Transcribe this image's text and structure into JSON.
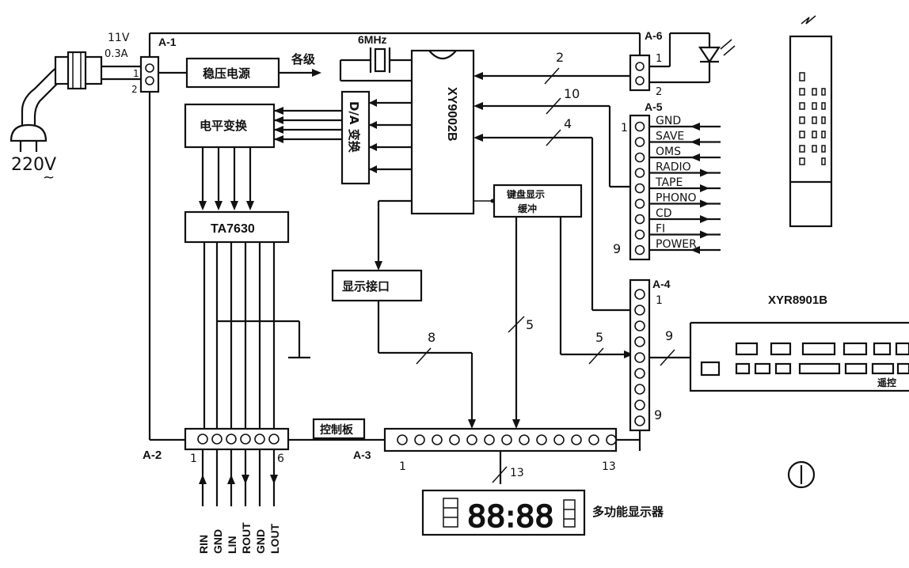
{
  "supply": {
    "mains": "220V",
    "mains_symbol": "~",
    "transformer_volt": "11V",
    "transformer_current": "0.3A",
    "pin1": "1",
    "pin2": "2"
  },
  "connectors": {
    "a1": "A-1",
    "a2": "A-2",
    "a3": "A-3",
    "a4": "A-4",
    "a5": "A-5",
    "a6": "A-6"
  },
  "blocks": {
    "power": "稳压电源",
    "each_stage": "各级",
    "level_shift": "电平变换",
    "dac": "D/A 变换",
    "chip": "XY9002B",
    "crystal": "6MHz",
    "key_buffer_line1": "键盘显示",
    "key_buffer_line2": "缓冲",
    "amp": "TA7630",
    "display_iface": "显示接口",
    "control_board": "控制板",
    "multi_display": "多功能显示器",
    "display_digits": "88:88",
    "remote": "XYR8901B",
    "remote_sub": "遥控",
    "circle_number": "①"
  },
  "bus_counts": {
    "to_a6": "2",
    "to_a5_upper": "10",
    "to_a5_lower": "4",
    "display_iface_bus": "8",
    "key_buffer_bus": "5",
    "to_a4": "5",
    "remote_bus": "9",
    "display_bus": "13"
  },
  "a5_signals": [
    "GND",
    "SAVE",
    "OMS",
    "RADIO",
    "TAPE",
    "PHONO",
    "CD",
    "FI",
    "POWER"
  ],
  "a5_pins": {
    "first": "1",
    "last": "9"
  },
  "a6_pins": {
    "first": "1",
    "second": "2"
  },
  "a4_pins": {
    "first": "1",
    "last": "9"
  },
  "a2_pins": {
    "first": "1",
    "last": "6"
  },
  "a3_pins": {
    "first": "1",
    "last": "13"
  },
  "a2_signals": [
    "RIN",
    "GND",
    "LIN",
    "ROUT",
    "GND",
    "LOUT"
  ]
}
